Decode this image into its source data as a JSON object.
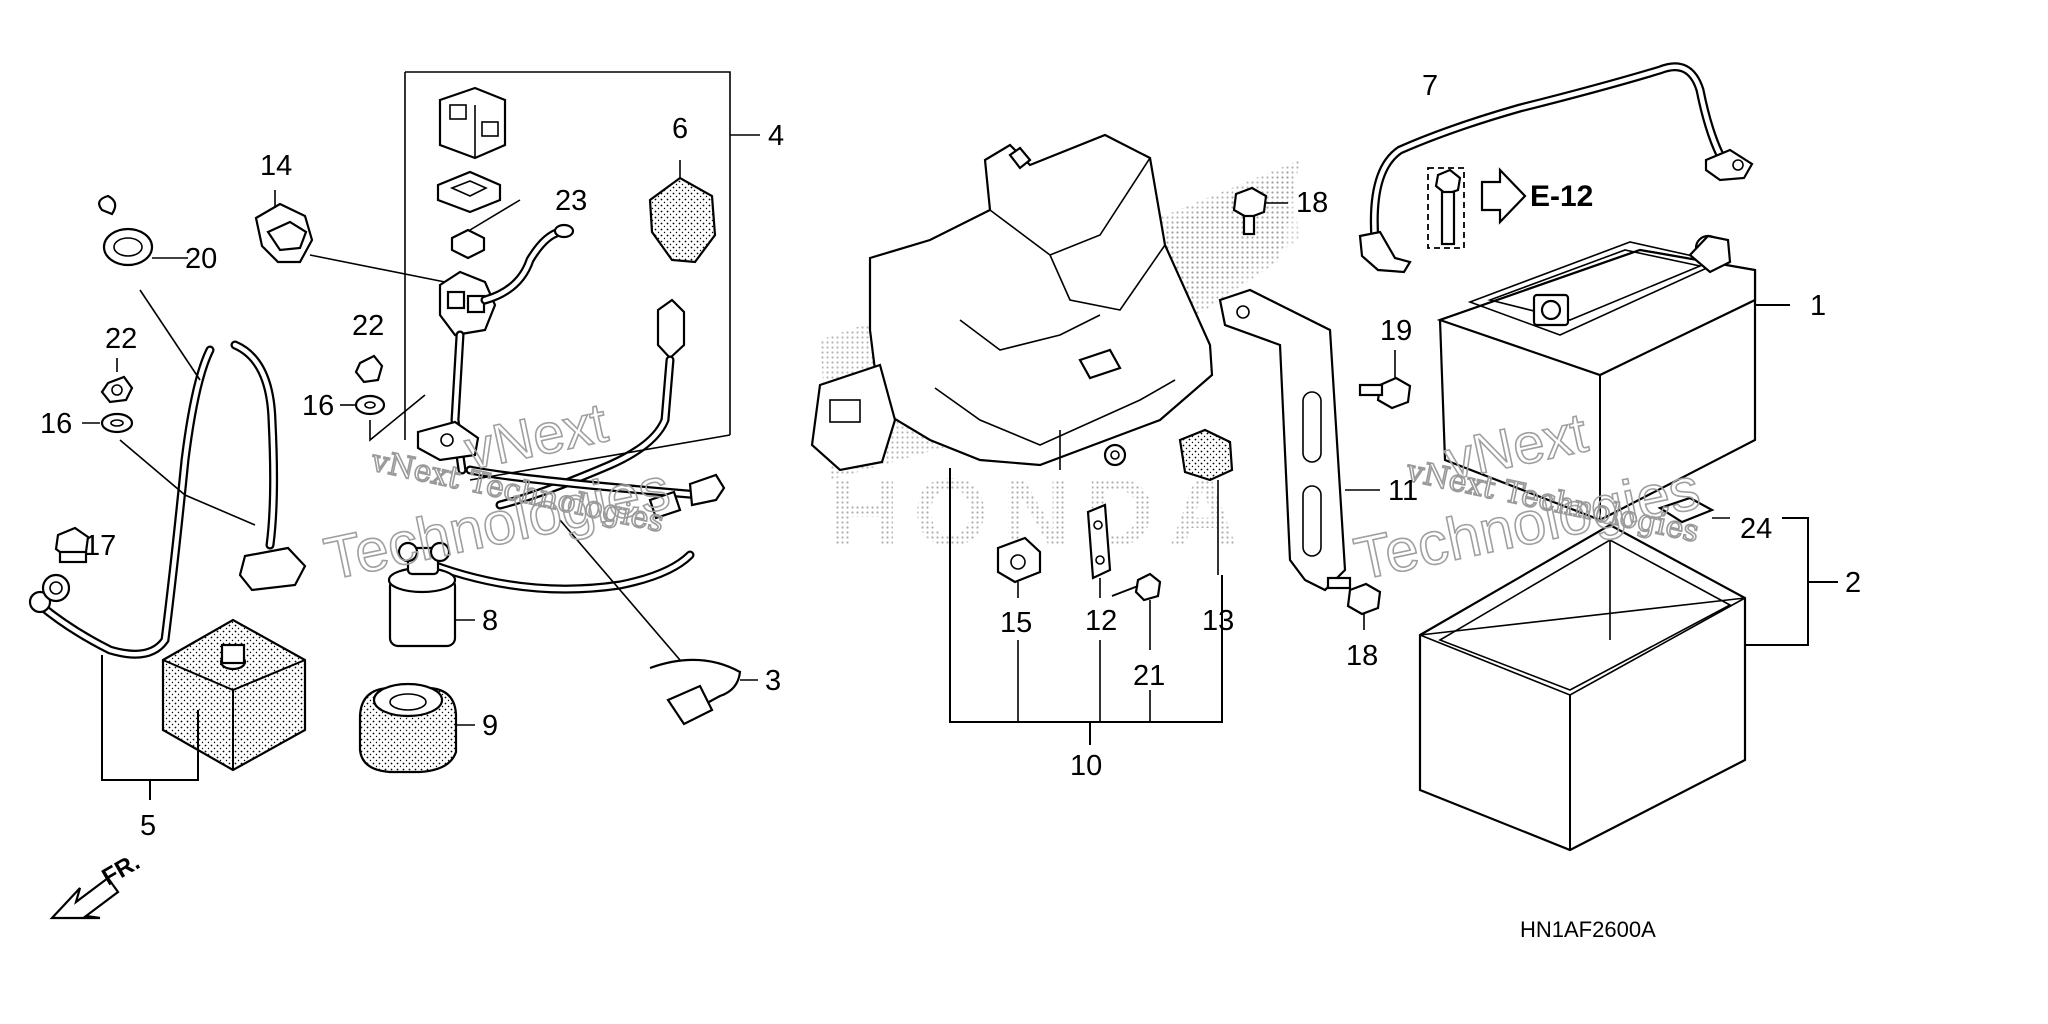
{
  "callouts": {
    "c1": "1",
    "c2": "2",
    "c3": "3",
    "c4": "4",
    "c5": "5",
    "c6": "6",
    "c7": "7",
    "c8": "8",
    "c9": "9",
    "c10": "10",
    "c11": "11",
    "c12": "12",
    "c13": "13",
    "c14": "14",
    "c15": "15",
    "c16a": "16",
    "c16b": "16",
    "c17": "17",
    "c18a": "18",
    "c18b": "18",
    "c19": "19",
    "c20": "20",
    "c21": "21",
    "c22a": "22",
    "c22b": "22",
    "c23": "23",
    "c24": "24"
  },
  "reference": {
    "label": "E-12"
  },
  "diagram_code": "HN1AF2600A",
  "front_indicator": "FR.",
  "watermark": {
    "line1": "vNext",
    "line2": "Technologies",
    "combined": "vNext Technologies"
  },
  "brand_mark": "HONDA",
  "colors": {
    "ink": "#000000",
    "paper": "#ffffff",
    "watermark": "#9a9a9a"
  }
}
